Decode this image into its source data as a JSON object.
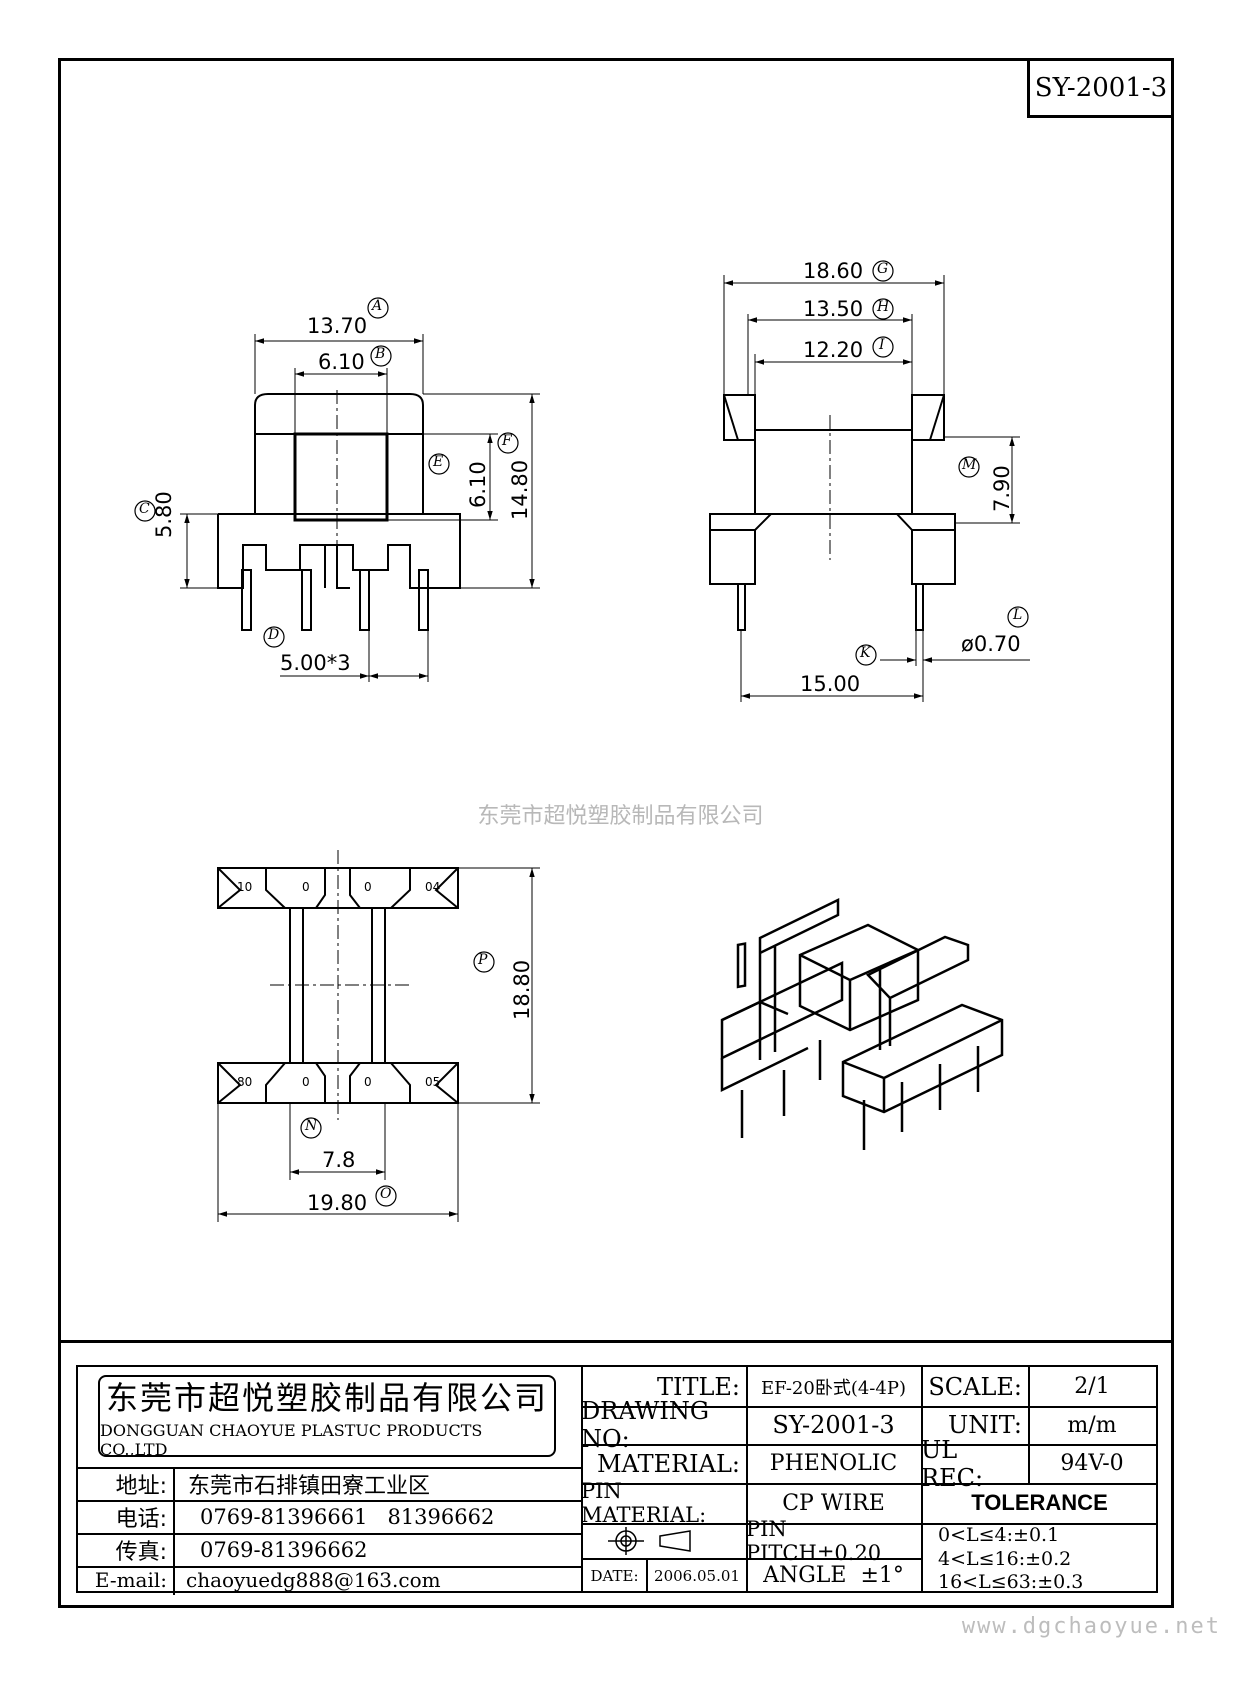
{
  "part_number": "SY-2001-3",
  "watermark": "东莞市超悦塑胶制品有限公司",
  "website": "www.dgchaoyue.net",
  "front_view": {
    "dim_A": "13.70",
    "tag_A": "A",
    "dim_B": "6.10",
    "tag_B": "B",
    "dim_C": "5.80",
    "tag_C": "C",
    "dim_D": "5.00*3",
    "tag_D": "D",
    "dim_E": "6.10",
    "tag_E": "E",
    "dim_F": "14.80",
    "tag_F": "F"
  },
  "side_view": {
    "dim_G": "18.60",
    "tag_G": "G",
    "dim_H": "13.50",
    "tag_H": "H",
    "dim_I": "12.20",
    "tag_I": "I",
    "dim_M": "7.90",
    "tag_M": "M",
    "dim_L": "ø0.70",
    "tag_L": "L",
    "tag_K": "K",
    "dim_K": "15.00"
  },
  "bottom_view": {
    "dim_P": "18.80",
    "tag_P": "P",
    "dim_N": "7.8",
    "tag_N": "N",
    "dim_O": "19.80",
    "tag_O": "O",
    "pin_labels_top": [
      "10",
      "0",
      "0",
      "04"
    ],
    "pin_labels_bottom": [
      "80",
      "0",
      "0",
      "05"
    ]
  },
  "title_block": {
    "company_cn": "东莞市超悦塑胶制品有限公司",
    "company_en": "DONGGUAN CHAOYUE PLASTUC PRODUCTS CO.,LTD",
    "address_label": "地址:",
    "address": "东莞市石排镇田寮工业区",
    "phone_label": "电话:",
    "phone": "0769-81396661   81396662",
    "fax_label": "传真:",
    "fax": "0769-81396662",
    "email_label": "E-mail:",
    "email": "chaoyuedg888@163.com",
    "title_label": "TITLE:",
    "title": "EF-20卧式(4-4P)",
    "drawing_no_label": "DRAWING NO:",
    "drawing_no": "SY-2001-3",
    "material_label": "MATERIAL:",
    "material": "PHENOLIC",
    "pin_material_label": "PIN MATERIAL:",
    "pin_material": "CP WIRE",
    "date_label": "DATE:",
    "date": "2006.05.01",
    "scale_label": "SCALE:",
    "scale": "2/1",
    "unit_label": "UNIT:",
    "unit": "m/m",
    "ul_label": "UL REC:",
    "ul": "94V-0",
    "tolerance_label": "TOLERANCE",
    "pin_pitch": "PIN PITCH±0.20",
    "angle": "ANGLE  ±1°",
    "tol_1": "0<L≤4:±0.1",
    "tol_2": "4<L≤16:±0.2",
    "tol_3": "16<L≤63:±0.3"
  }
}
